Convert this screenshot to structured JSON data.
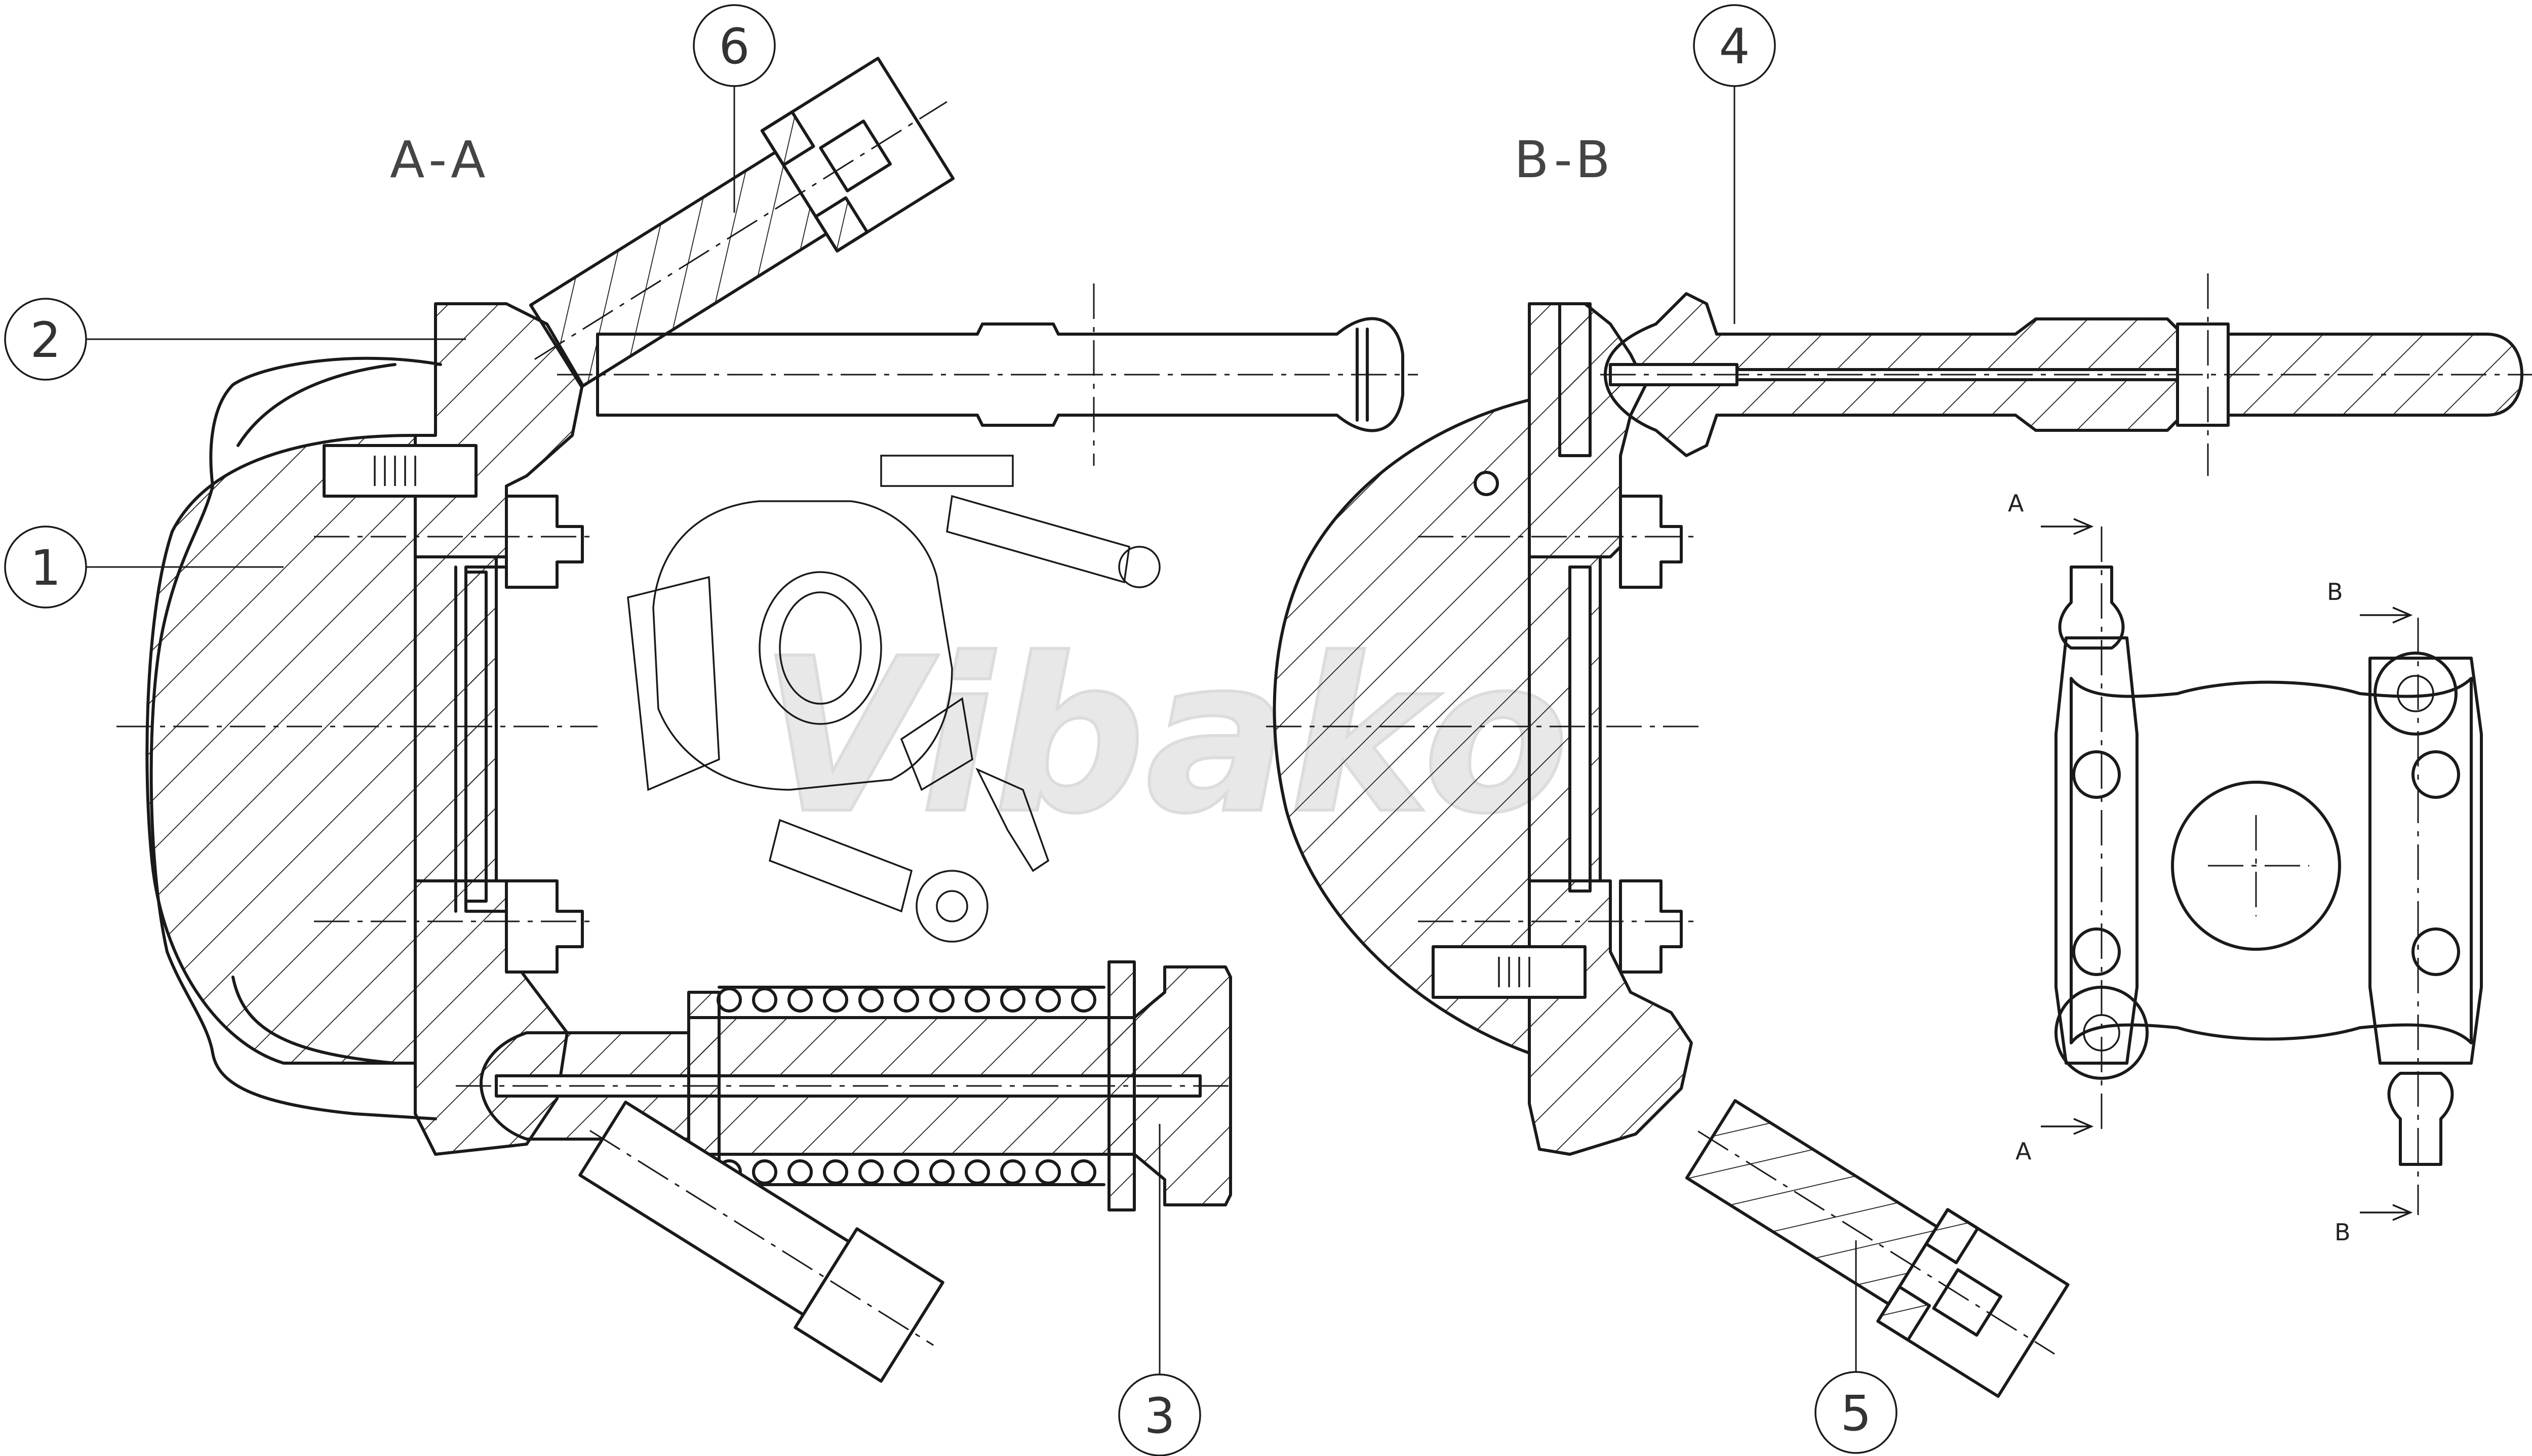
{
  "sections": {
    "section_aa": "A-A",
    "section_bb": "B-B"
  },
  "balloons": [
    {
      "id": "1",
      "label": "1"
    },
    {
      "id": "2",
      "label": "2"
    },
    {
      "id": "3",
      "label": "3"
    },
    {
      "id": "4",
      "label": "4"
    },
    {
      "id": "5",
      "label": "5"
    },
    {
      "id": "6",
      "label": "6"
    }
  ],
  "cut_markers": {
    "a_top": "A",
    "a_bottom": "A",
    "b_top": "B",
    "b_bottom": "B"
  },
  "watermark": "Vibako"
}
